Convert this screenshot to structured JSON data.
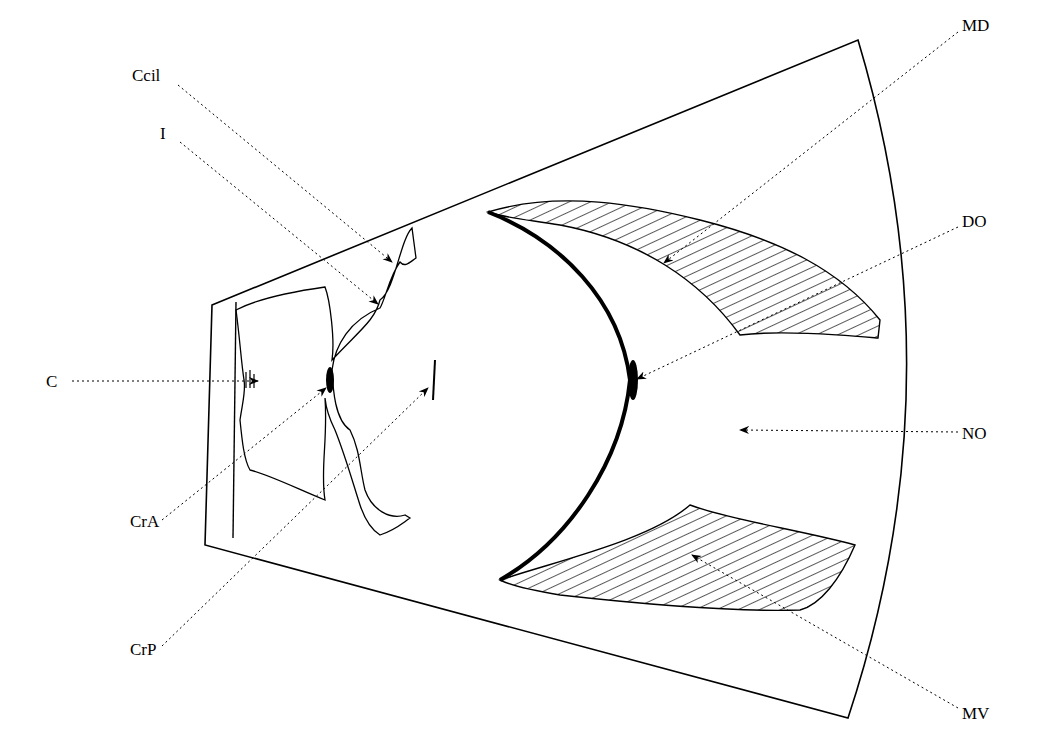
{
  "diagram": {
    "labels": [
      "Ccil",
      "I",
      "C",
      "CrA",
      "CrP",
      "MD",
      "DO",
      "NO",
      "MV"
    ]
  }
}
